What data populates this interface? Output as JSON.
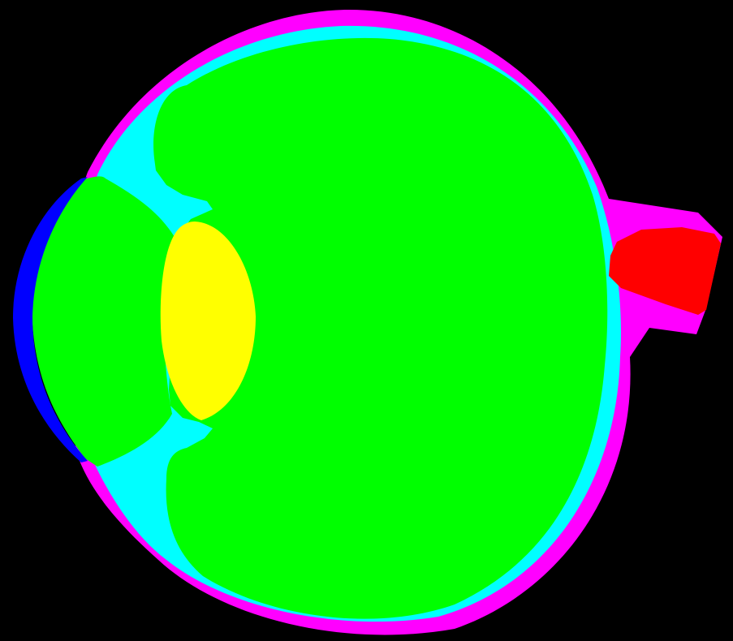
{
  "segments": [
    {
      "id": "background",
      "color": "#000000"
    },
    {
      "id": "sclera",
      "color": "#FF00FF"
    },
    {
      "id": "choroid-layer",
      "color": "#00FFFF"
    },
    {
      "id": "cornea",
      "color": "#0000FF"
    },
    {
      "id": "anterior-chamber",
      "color": "#00FF00"
    },
    {
      "id": "vitreous-body",
      "color": "#00FF00"
    },
    {
      "id": "lens",
      "color": "#FFFF00"
    },
    {
      "id": "optic-nerve",
      "color": "#FF0000"
    }
  ]
}
